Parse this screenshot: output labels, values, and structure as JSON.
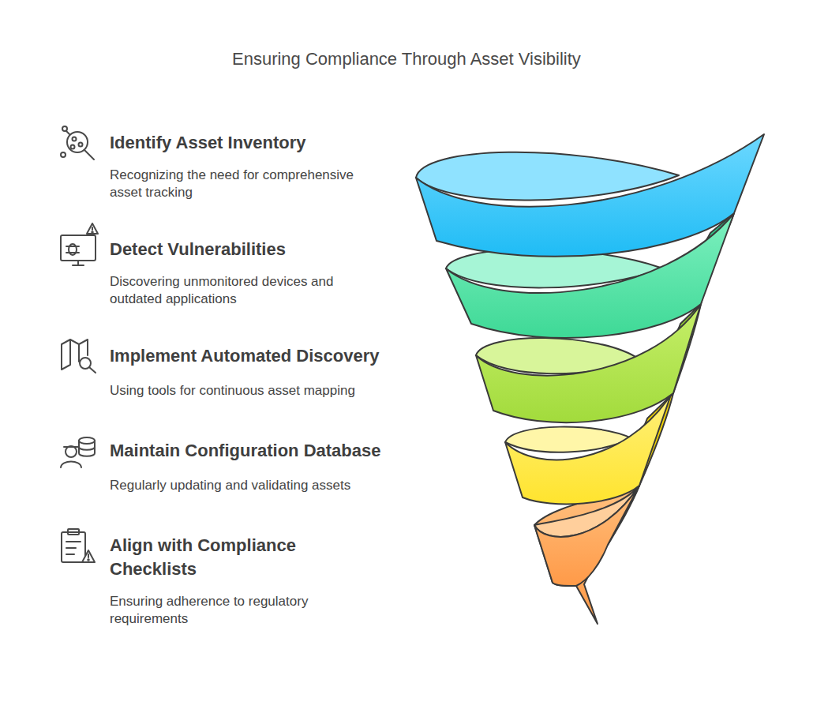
{
  "diagram": {
    "title": "Ensuring Compliance Through Asset Visibility",
    "labels": [
      "Identify Asset Inventory",
      "Recognizing the need for comprehensive asset tracking",
      "Detect Vulnerabilities",
      "Discovering unmonitored devices and outdated applications",
      "Implement Automated Discovery",
      "Using tools for continuous asset mapping",
      "Maintain Configuration Database",
      "Regularly updating and validating assets",
      "Align with Compliance Checklists",
      "Ensuring adherence to regulatory requirements"
    ]
  }
}
